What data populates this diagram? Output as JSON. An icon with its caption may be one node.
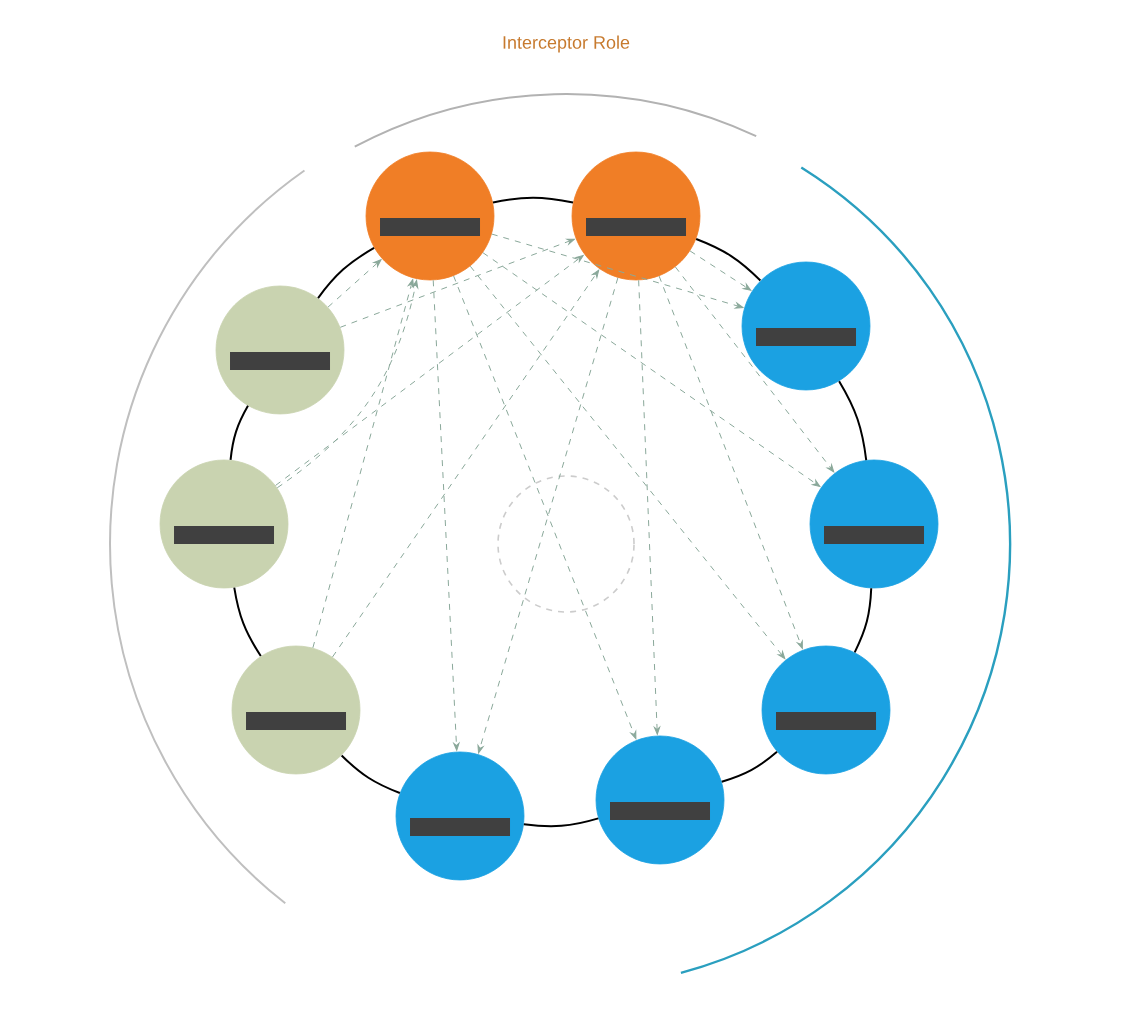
{
  "diagram": {
    "nodes": [
      {
        "text": [],
        "shape": "circle"
      },
      {
        "text": [],
        "shape": "circle"
      },
      {
        "text": [],
        "shape": "circle"
      },
      {
        "text": [],
        "shape": "circle"
      },
      {
        "text": [],
        "shape": "circle"
      },
      {
        "text": [],
        "shape": "circle"
      },
      {
        "text": [],
        "shape": "circle"
      },
      {
        "text": [],
        "shape": "circle"
      },
      {
        "text": [],
        "shape": "circle"
      },
      {
        "text": [],
        "shape": "circle"
      }
    ],
    "edges": [
      {
        "from": 0,
        "to": 1,
        "arrow": "none",
        "color": "#000000"
      },
      {
        "from": 1,
        "to": 2,
        "arrow": "none",
        "color": "#000000"
      },
      {
        "from": 2,
        "to": 3,
        "arrow": "none",
        "color": "#000000"
      },
      {
        "from": 3,
        "to": 4,
        "arrow": "none",
        "color": "#000000"
      },
      {
        "from": 4,
        "to": 5,
        "arrow": "none",
        "color": "#000000"
      },
      {
        "from": 5,
        "to": 6,
        "arrow": "none",
        "color": "#000000"
      },
      {
        "from": 6,
        "to": 7,
        "arrow": "none",
        "color": "#000000"
      },
      {
        "from": 7,
        "to": 8,
        "arrow": "none",
        "color": "#000000"
      },
      {
        "from": 8,
        "to": 9,
        "arrow": "none",
        "color": "#000000"
      },
      {
        "from": 9,
        "to": 0,
        "arrow": "none",
        "color": "#000000"
      },
      {
        "from": 9,
        "to": 0,
        "arrow": "to",
        "style": "dashed",
        "color": "#8aa89a"
      },
      {
        "from": 9,
        "to": 1,
        "arrow": "to",
        "style": "dashed",
        "color": "#8aa89a"
      },
      {
        "from": 8,
        "to": 0,
        "arrow": "to",
        "style": "dashed",
        "color": "#8aa89a"
      },
      {
        "from": 8,
        "to": 1,
        "arrow": "to",
        "style": "dashed",
        "color": "#8aa89a"
      },
      {
        "from": 7,
        "to": 0,
        "arrow": "to",
        "style": "dashed",
        "color": "#8aa89a"
      },
      {
        "from": 7,
        "to": 1,
        "arrow": "to",
        "style": "dashed",
        "color": "#8aa89a"
      },
      {
        "from": 0,
        "to": 2,
        "arrow": "to",
        "style": "dashed",
        "color": "#8aa89a"
      },
      {
        "from": 0,
        "to": 3,
        "arrow": "to",
        "style": "dashed",
        "color": "#8aa89a"
      },
      {
        "from": 0,
        "to": 4,
        "arrow": "to",
        "style": "dashed",
        "color": "#8aa89a"
      },
      {
        "from": 0,
        "to": 5,
        "arrow": "to",
        "style": "dashed",
        "color": "#8aa89a"
      },
      {
        "from": 0,
        "to": 6,
        "arrow": "to",
        "style": "dashed",
        "color": "#8aa89a"
      },
      {
        "from": 1,
        "to": 2,
        "arrow": "to",
        "style": "dashed",
        "color": "#8aa89a"
      },
      {
        "from": 1,
        "to": 3,
        "arrow": "to",
        "style": "dashed",
        "color": "#8aa89a"
      },
      {
        "from": 1,
        "to": 4,
        "arrow": "to",
        "style": "dashed",
        "color": "#8aa89a"
      },
      {
        "from": 1,
        "to": 5,
        "arrow": "to",
        "style": "dashed",
        "color": "#8aa89a"
      },
      {
        "from": 1,
        "to": 6,
        "arrow": "to",
        "style": "dashed",
        "color": "#8aa89a"
      }
    ],
    "labels": [
      "Interceptor Role"
    ]
  }
}
